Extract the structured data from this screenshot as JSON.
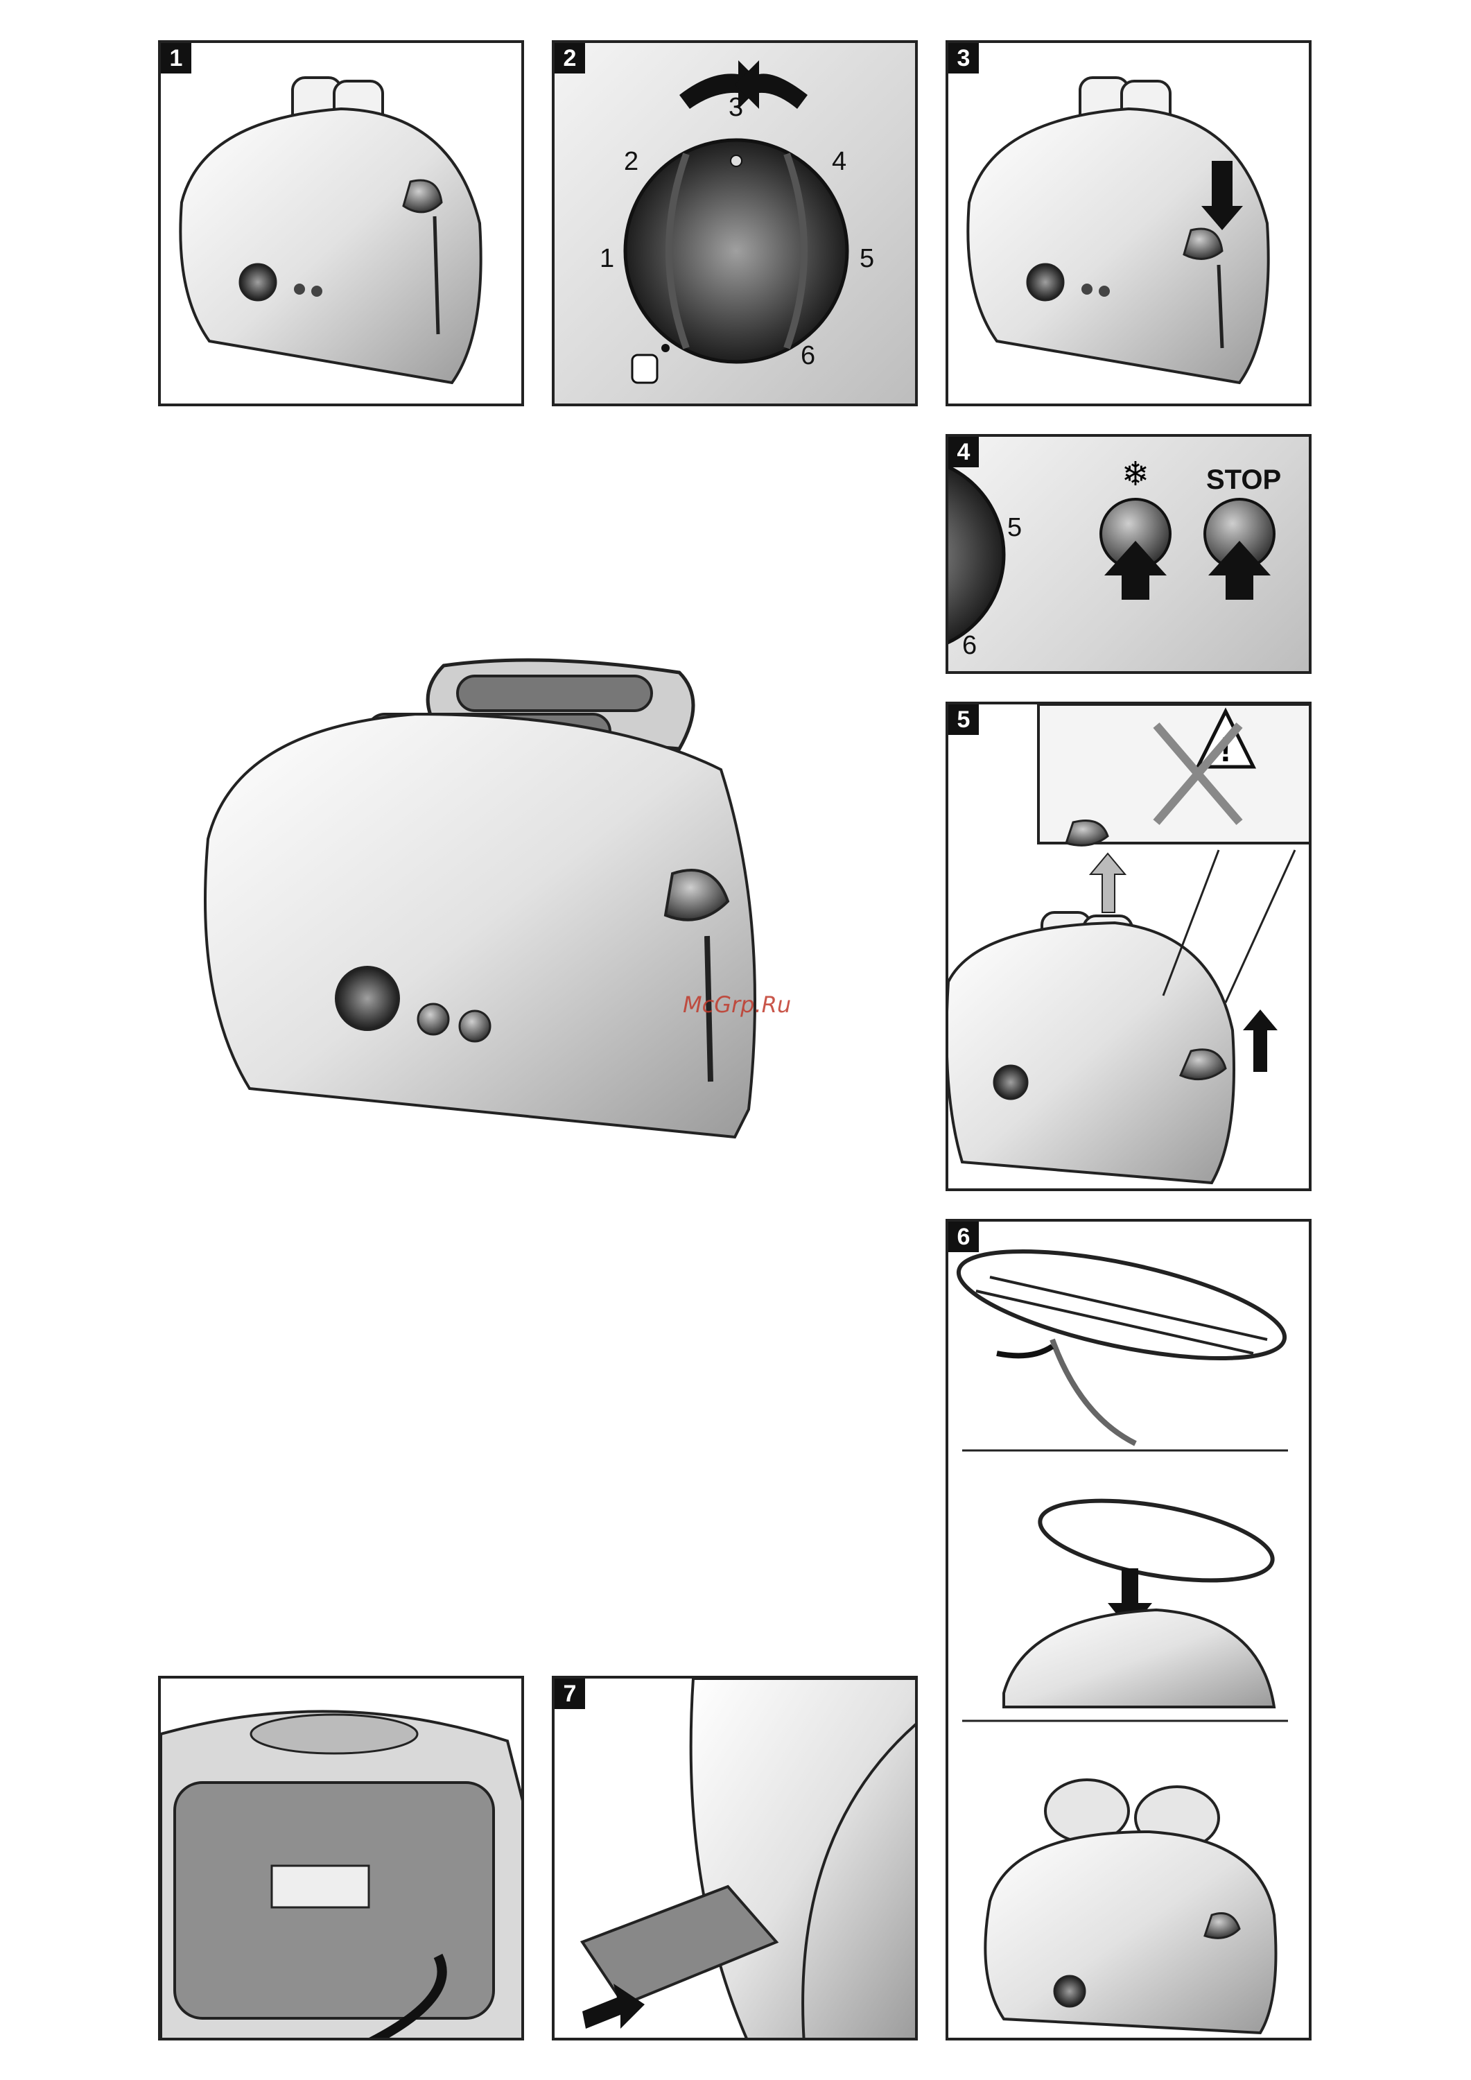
{
  "panels": {
    "p1": {
      "number": "1"
    },
    "p2": {
      "number": "2",
      "dial_labels": [
        "3",
        "2",
        "4",
        "1",
        "5",
        "6"
      ]
    },
    "p3": {
      "number": "3"
    },
    "p4": {
      "number": "4",
      "dial_labels": [
        "5",
        "6"
      ],
      "stop_label": "STOP"
    },
    "p5": {
      "number": "5"
    },
    "p6": {
      "number": "6"
    },
    "p7": {
      "number": "7"
    }
  },
  "watermark": "McGrp.Ru",
  "colors": {
    "panel_border": "#222222",
    "badge_bg": "#111111",
    "watermark": "#c0392b"
  }
}
